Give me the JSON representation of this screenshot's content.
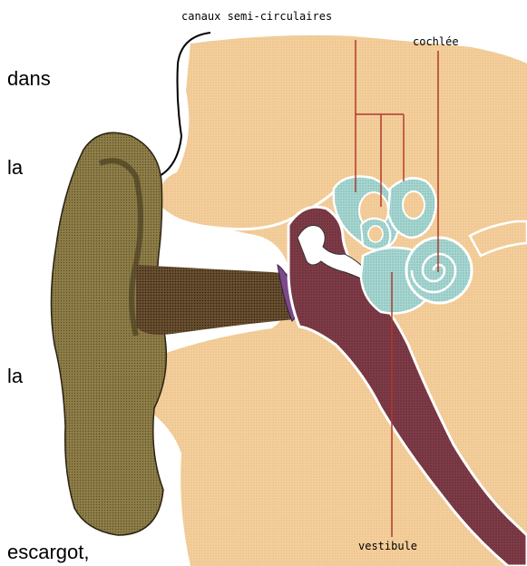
{
  "side_text": [
    "dans",
    "la",
    "la",
    "escargot,"
  ],
  "labels": {
    "canals": "canaux semi-circulaires",
    "cochlea": "cochlée",
    "vestibule": "vestibule"
  },
  "colors": {
    "skin": "#f3cd9a",
    "pinna": "#8a7a45",
    "canal": "#5a3a25",
    "inner_ear": "#a8d6d2",
    "tube": "#7e3a46",
    "eardrum": "#7a4a8a",
    "leader_line": "#b03a2e"
  }
}
